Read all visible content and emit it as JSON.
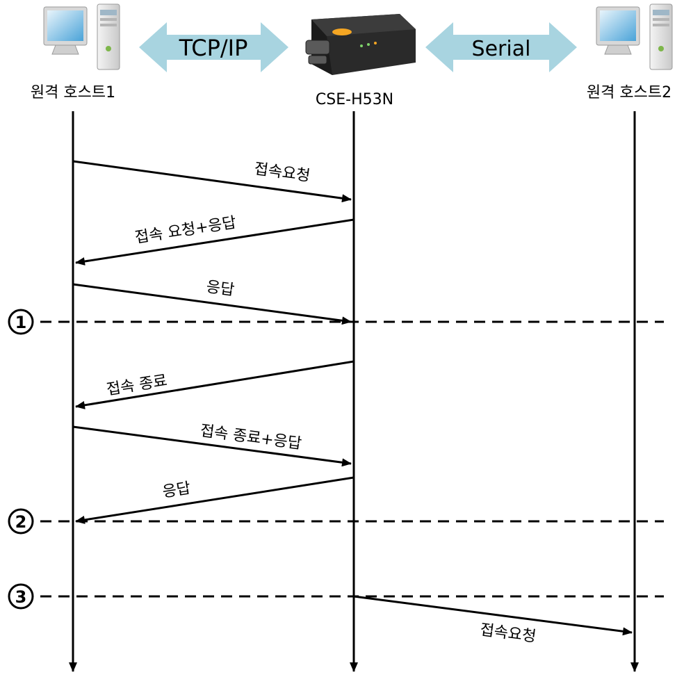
{
  "hosts": {
    "left": "원격 호스트1",
    "center": "CSE-H53N",
    "right": "원격 호스트2"
  },
  "links": {
    "left": "TCP/IP",
    "right": "Serial"
  },
  "markers": [
    "①",
    "②",
    "③"
  ],
  "messages": [
    {
      "id": "m1",
      "label": "접속요청"
    },
    {
      "id": "m2",
      "label": "접속 요청+응답"
    },
    {
      "id": "m3",
      "label": "응답"
    },
    {
      "id": "m4",
      "label": "접속 종료"
    },
    {
      "id": "m5",
      "label": "접속 종료+응답"
    },
    {
      "id": "m6",
      "label": "응답"
    },
    {
      "id": "m7",
      "label": "접속요청"
    }
  ],
  "colors": {
    "link_arrow": "#a8d4e0",
    "line": "#000000",
    "device_body": "#2a2a2a",
    "device_accent": "#f5a623"
  }
}
